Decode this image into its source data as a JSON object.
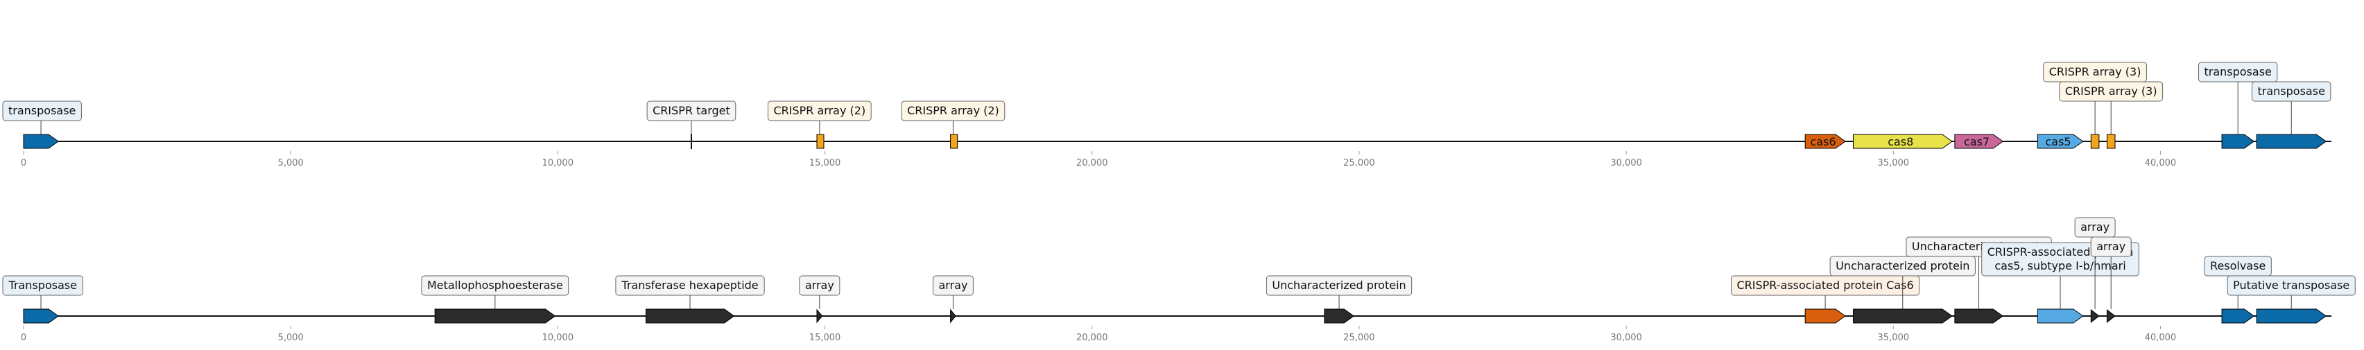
{
  "colors": {
    "blue": "#0b6aa8",
    "orange": "#d95f0e",
    "yellow": "#e8e24a",
    "pink": "#c9679a",
    "lightblue": "#56a9e2",
    "amber": "#f2a51a",
    "dark": "#2b2b2b",
    "backbone": "#111111"
  },
  "axis": {
    "ticks": [
      0,
      5000,
      10000,
      15000,
      20000,
      25000,
      30000,
      35000,
      40000
    ],
    "tick_labels": [
      "0",
      "5,000",
      "10,000",
      "15,000",
      "20,000",
      "25,000",
      "30,000",
      "35,000",
      "40,000"
    ]
  },
  "tracks": [
    {
      "id": "top",
      "features": [
        {
          "label": "transposase",
          "start": 0,
          "end": 650,
          "color": "#0b6aa8",
          "shape": "arrow",
          "inside": false,
          "level": 0,
          "box": "#e8f1f8"
        },
        {
          "label": "CRISPR target",
          "start": 12450,
          "end": 12550,
          "color": "#111111",
          "shape": "line",
          "inside": false,
          "level": 0,
          "box": "#f4f4f4"
        },
        {
          "label": "CRISPR array (2)",
          "start": 14850,
          "end": 14950,
          "color": "#f2a51a",
          "shape": "rect",
          "inside": false,
          "level": 0,
          "box": "#fdf6e6"
        },
        {
          "label": "CRISPR array (2)",
          "start": 17350,
          "end": 17450,
          "color": "#f2a51a",
          "shape": "rect",
          "inside": false,
          "level": 0,
          "box": "#fdf6e6"
        },
        {
          "label": "cas6",
          "start": 33350,
          "end": 34100,
          "color": "#d95f0e",
          "shape": "arrow",
          "inside": true,
          "level": 0,
          "box": ""
        },
        {
          "label": "cas8",
          "start": 34250,
          "end": 36100,
          "color": "#e8e24a",
          "shape": "arrow",
          "inside": true,
          "level": 0,
          "box": ""
        },
        {
          "label": "cas7",
          "start": 36150,
          "end": 37050,
          "color": "#c9679a",
          "shape": "arrow",
          "inside": true,
          "level": 0,
          "box": ""
        },
        {
          "label": "cas5",
          "start": 37700,
          "end": 38550,
          "color": "#56a9e2",
          "shape": "arrow",
          "inside": true,
          "level": 0,
          "box": ""
        },
        {
          "label": "CRISPR array (3)",
          "start": 38700,
          "end": 38850,
          "color": "#f2a51a",
          "shape": "rect",
          "inside": false,
          "level": 2,
          "box": "#fdf6e6"
        },
        {
          "label": "CRISPR array (3)",
          "start": 39000,
          "end": 39150,
          "color": "#f2a51a",
          "shape": "rect",
          "inside": false,
          "level": 1,
          "box": "#fdf6e6"
        },
        {
          "label": "transposase",
          "start": 41150,
          "end": 41750,
          "color": "#0b6aa8",
          "shape": "arrow",
          "inside": false,
          "level": 2,
          "box": "#e8f1f8"
        },
        {
          "label": "transposase",
          "start": 41800,
          "end": 43100,
          "color": "#0b6aa8",
          "shape": "arrow",
          "inside": false,
          "level": 1,
          "box": "#e8f1f8"
        }
      ]
    },
    {
      "id": "bottom",
      "features": [
        {
          "label": "Transposase",
          "start": 0,
          "end": 650,
          "color": "#0b6aa8",
          "shape": "arrow",
          "inside": false,
          "level": 0,
          "box": "#e8f1f8"
        },
        {
          "label": "Metallophosphoesterase",
          "start": 7700,
          "end": 9950,
          "color": "#2b2b2b",
          "shape": "arrow",
          "inside": false,
          "level": 0,
          "box": "#f4f4f4"
        },
        {
          "label": "Transferase hexapeptide",
          "start": 11650,
          "end": 13300,
          "color": "#2b2b2b",
          "shape": "arrow",
          "inside": false,
          "level": 0,
          "box": "#f4f4f4"
        },
        {
          "label": "array",
          "start": 14850,
          "end": 14950,
          "color": "#2b2b2b",
          "shape": "arrow",
          "inside": false,
          "level": 0,
          "box": "#f4f4f4"
        },
        {
          "label": "array",
          "start": 17350,
          "end": 17450,
          "color": "#2b2b2b",
          "shape": "arrow",
          "inside": false,
          "level": 0,
          "box": "#f4f4f4"
        },
        {
          "label": "Uncharacterized protein",
          "start": 24350,
          "end": 24900,
          "color": "#2b2b2b",
          "shape": "arrow",
          "inside": false,
          "level": 0,
          "box": "#f4f4f4"
        },
        {
          "label": "CRISPR-associated protein Cas6",
          "start": 33350,
          "end": 34100,
          "color": "#d95f0e",
          "shape": "arrow",
          "inside": false,
          "level": 0,
          "box": "#fdf1e6"
        },
        {
          "label": "Uncharacterized protein",
          "start": 34250,
          "end": 36100,
          "color": "#2b2b2b",
          "shape": "arrow",
          "inside": false,
          "level": 1,
          "box": "#f4f4f4"
        },
        {
          "label": "Uncharacterized protein",
          "start": 36150,
          "end": 37050,
          "color": "#2b2b2b",
          "shape": "arrow",
          "inside": false,
          "level": 2,
          "box": "#f4f4f4"
        },
        {
          "label": "CRISPR-associated protein\ncas5, subtype I-b/hmari",
          "start": 37700,
          "end": 38550,
          "color": "#56a9e2",
          "shape": "arrow",
          "inside": false,
          "level": 1,
          "box": "#e8f1f8"
        },
        {
          "label": "array",
          "start": 38700,
          "end": 38850,
          "color": "#2b2b2b",
          "shape": "arrow",
          "inside": false,
          "level": 3,
          "box": "#f4f4f4"
        },
        {
          "label": "array",
          "start": 39000,
          "end": 39150,
          "color": "#2b2b2b",
          "shape": "arrow",
          "inside": false,
          "level": 2,
          "box": "#f4f4f4"
        },
        {
          "label": "Resolvase",
          "start": 41150,
          "end": 41750,
          "color": "#0b6aa8",
          "shape": "arrow",
          "inside": false,
          "level": 1,
          "box": "#e8f1f8"
        },
        {
          "label": "Putative transposase",
          "start": 41800,
          "end": 43100,
          "color": "#0b6aa8",
          "shape": "arrow",
          "inside": false,
          "level": 0,
          "box": "#e8f1f8"
        }
      ]
    }
  ]
}
